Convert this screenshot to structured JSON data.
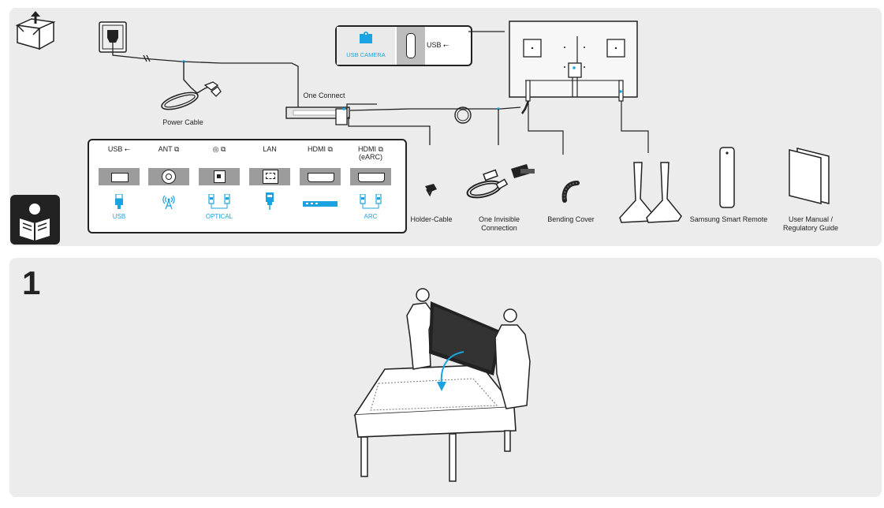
{
  "accessories": {
    "power_cable": "Power Cable",
    "one_connect": "One Connect",
    "holder_cable": "Holder-Cable",
    "one_invisible_connection": [
      "One Invisible",
      "Connection"
    ],
    "bending_cover": "Bending Cover",
    "smart_remote": "Samsung Smart Remote",
    "user_manual": [
      "User Manual /",
      "Regulatory Guide"
    ]
  },
  "ports": [
    {
      "title": "USB ⭠",
      "label": "USB"
    },
    {
      "title": "ANT ⧉",
      "label": ""
    },
    {
      "title": "◎ ⧉",
      "label": "OPTICAL"
    },
    {
      "title": "LAN",
      "label": ""
    },
    {
      "title": "HDMI ⧉",
      "label": ""
    },
    {
      "title": "HDMI ⧉",
      "subtitle": "(eARC)",
      "label": "ARC"
    }
  ],
  "camera": {
    "usb_camera": "USB CAMERA",
    "usb_label": "USB ⭠"
  },
  "step": {
    "number": "1"
  },
  "colors": {
    "panel": "#ececec",
    "accent": "#1aa3e0",
    "stroke": "#222222"
  }
}
